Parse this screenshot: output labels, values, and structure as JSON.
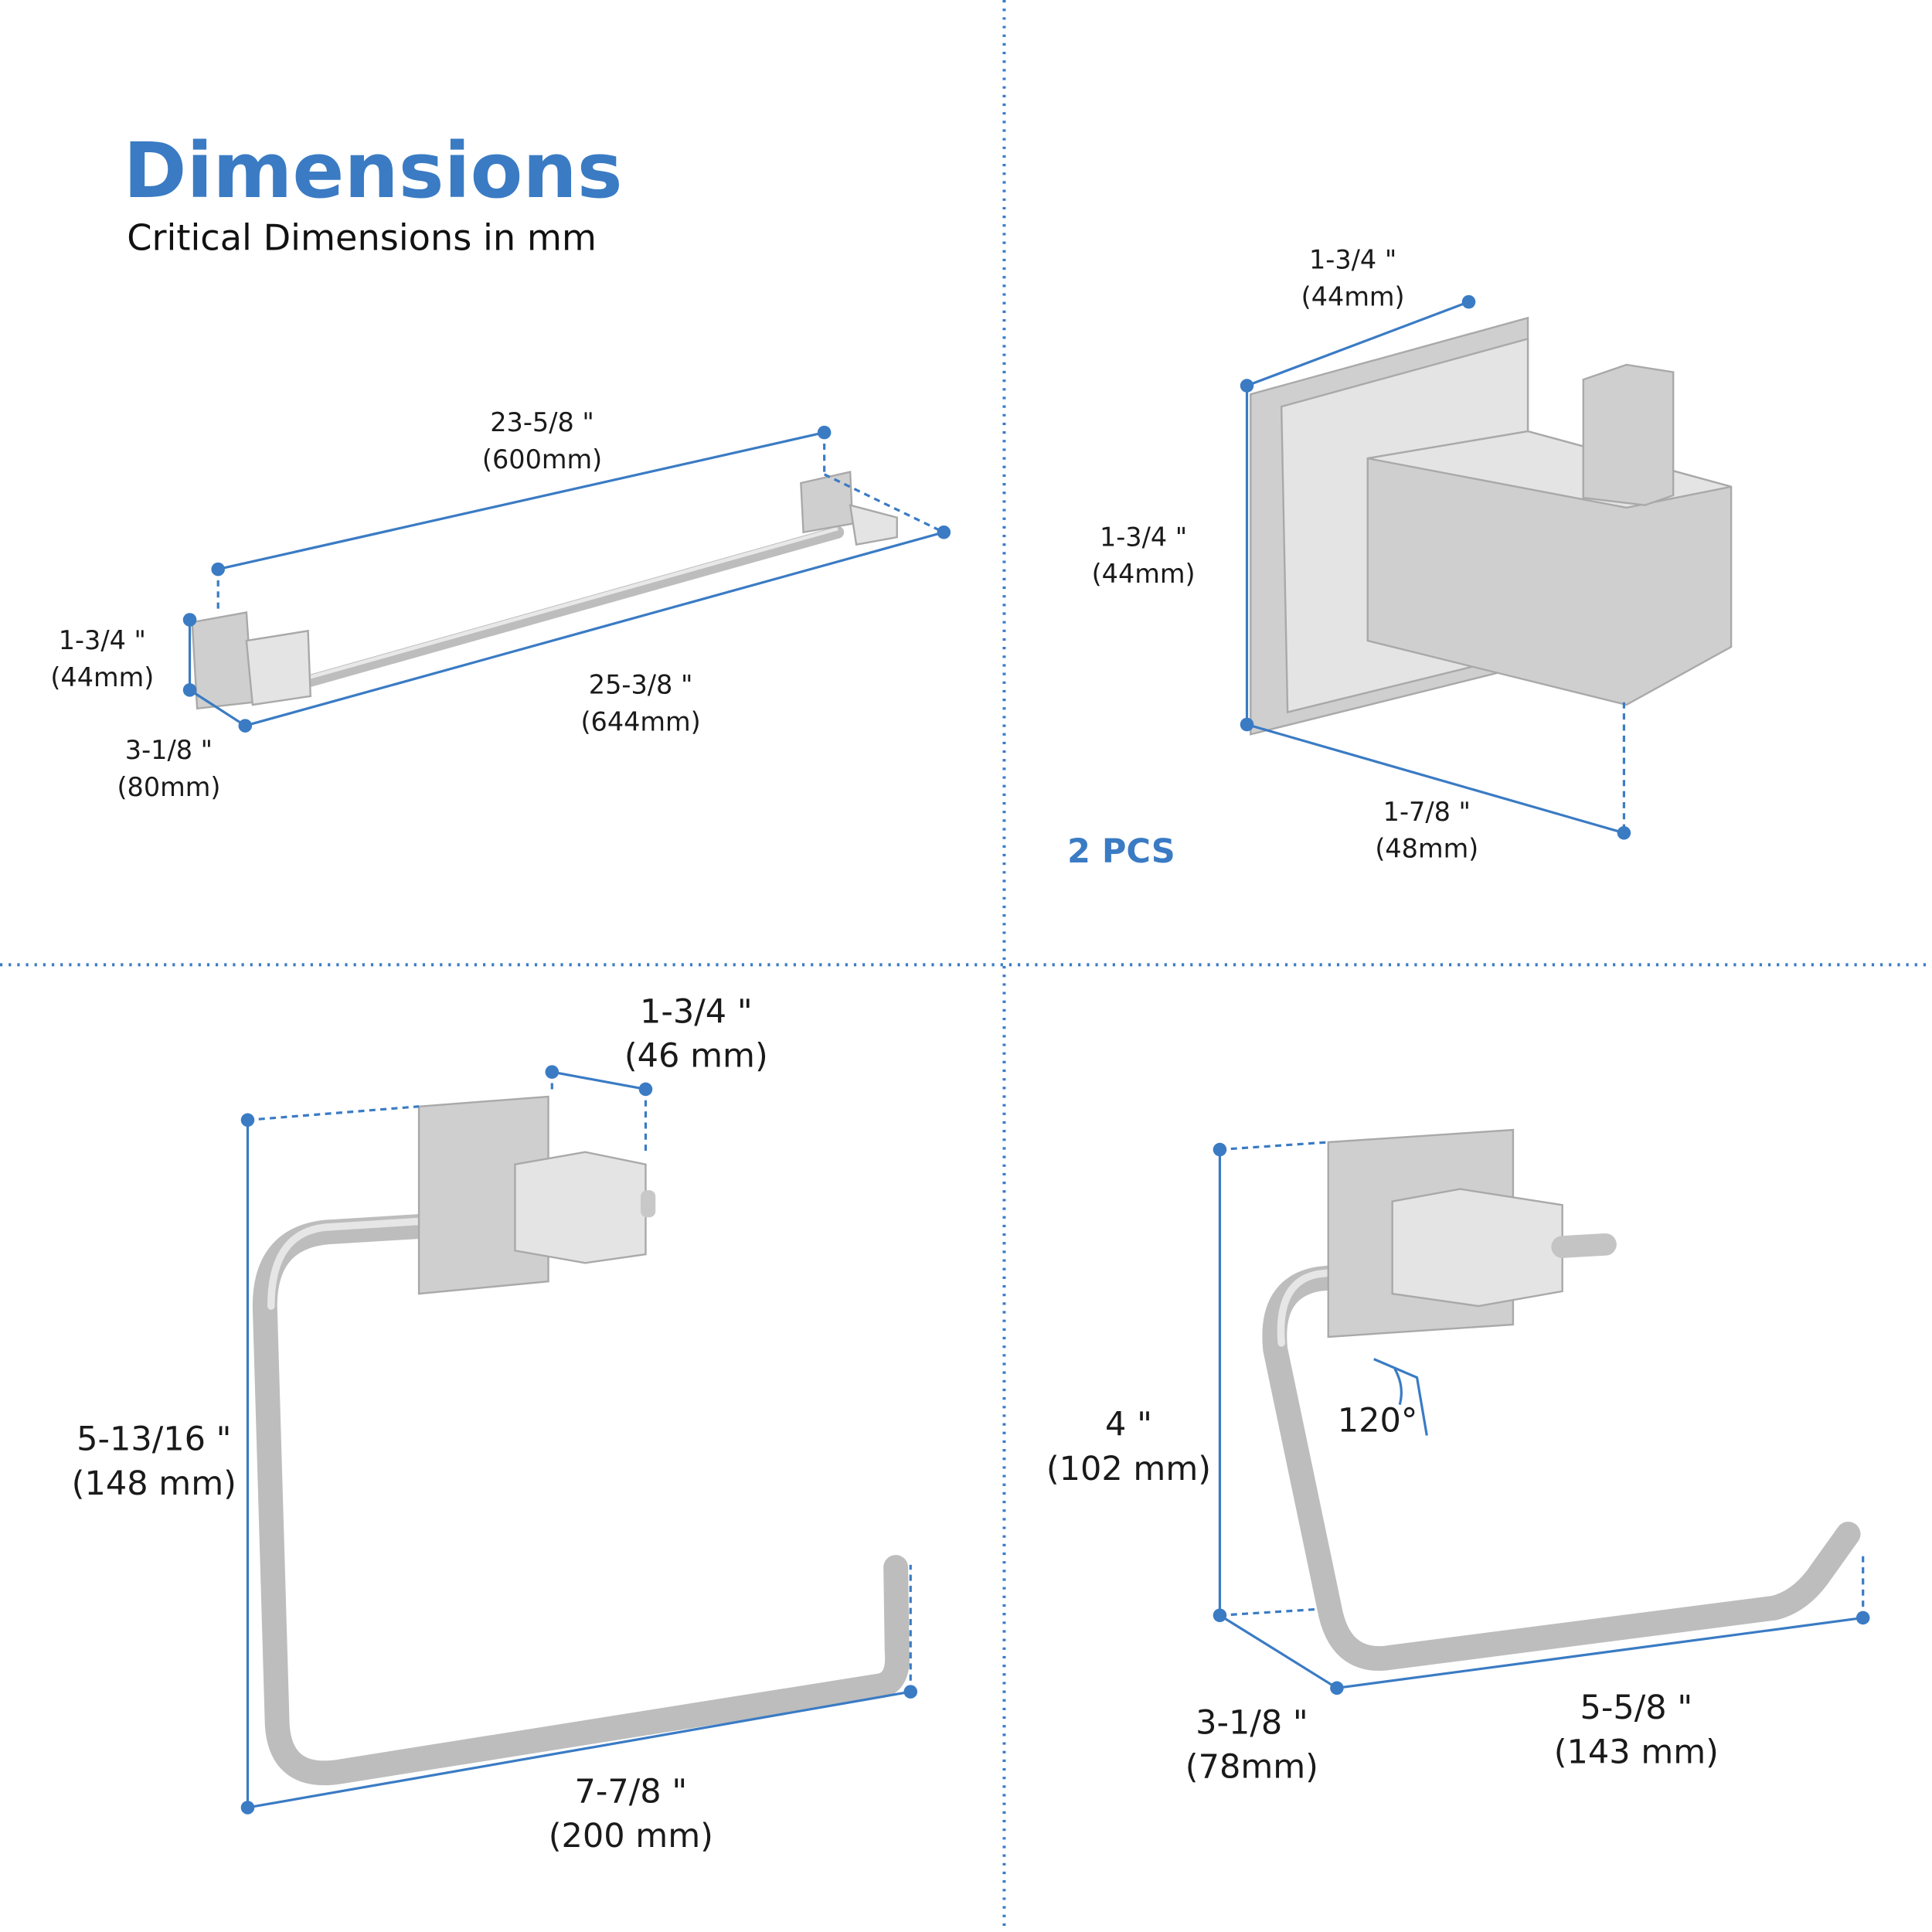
{
  "header": {
    "title": "Dimensions",
    "subtitle": "Critical Dimensions in mm"
  },
  "colors": {
    "accent": "#3a7bc4",
    "text": "#1a1a1a",
    "metal": "#cfcfcf"
  },
  "towel_bar": {
    "length_in": "23-5/8 \"",
    "length_mm": "(600mm)",
    "height_in": "1-3/4 \"",
    "height_mm": "(44mm)",
    "depth_in": "3-1/8 \"",
    "depth_mm": "(80mm)",
    "overall_in": "25-3/8 \"",
    "overall_mm": "(644mm)"
  },
  "robe_hook": {
    "width_in": "1-3/4 \"",
    "width_mm": "(44mm)",
    "height_in": "1-3/4 \"",
    "height_mm": "(44mm)",
    "depth_in": "1-7/8 \"",
    "depth_mm": "(48mm)",
    "quantity": "2 PCS"
  },
  "towel_ring": {
    "base_in": "1-3/4 \"",
    "base_mm": "(46 mm)",
    "height_in": "5-13/16 \"",
    "height_mm": "(148 mm)",
    "width_in": "7-7/8 \"",
    "width_mm": "(200 mm)"
  },
  "paper_holder": {
    "height_in": "4 \"",
    "height_mm": "(102 mm)",
    "angle": "120°",
    "depth_in": "3-1/8 \"",
    "depth_mm": "(78mm)",
    "width_in": "5-5/8 \"",
    "width_mm": "(143 mm)"
  }
}
